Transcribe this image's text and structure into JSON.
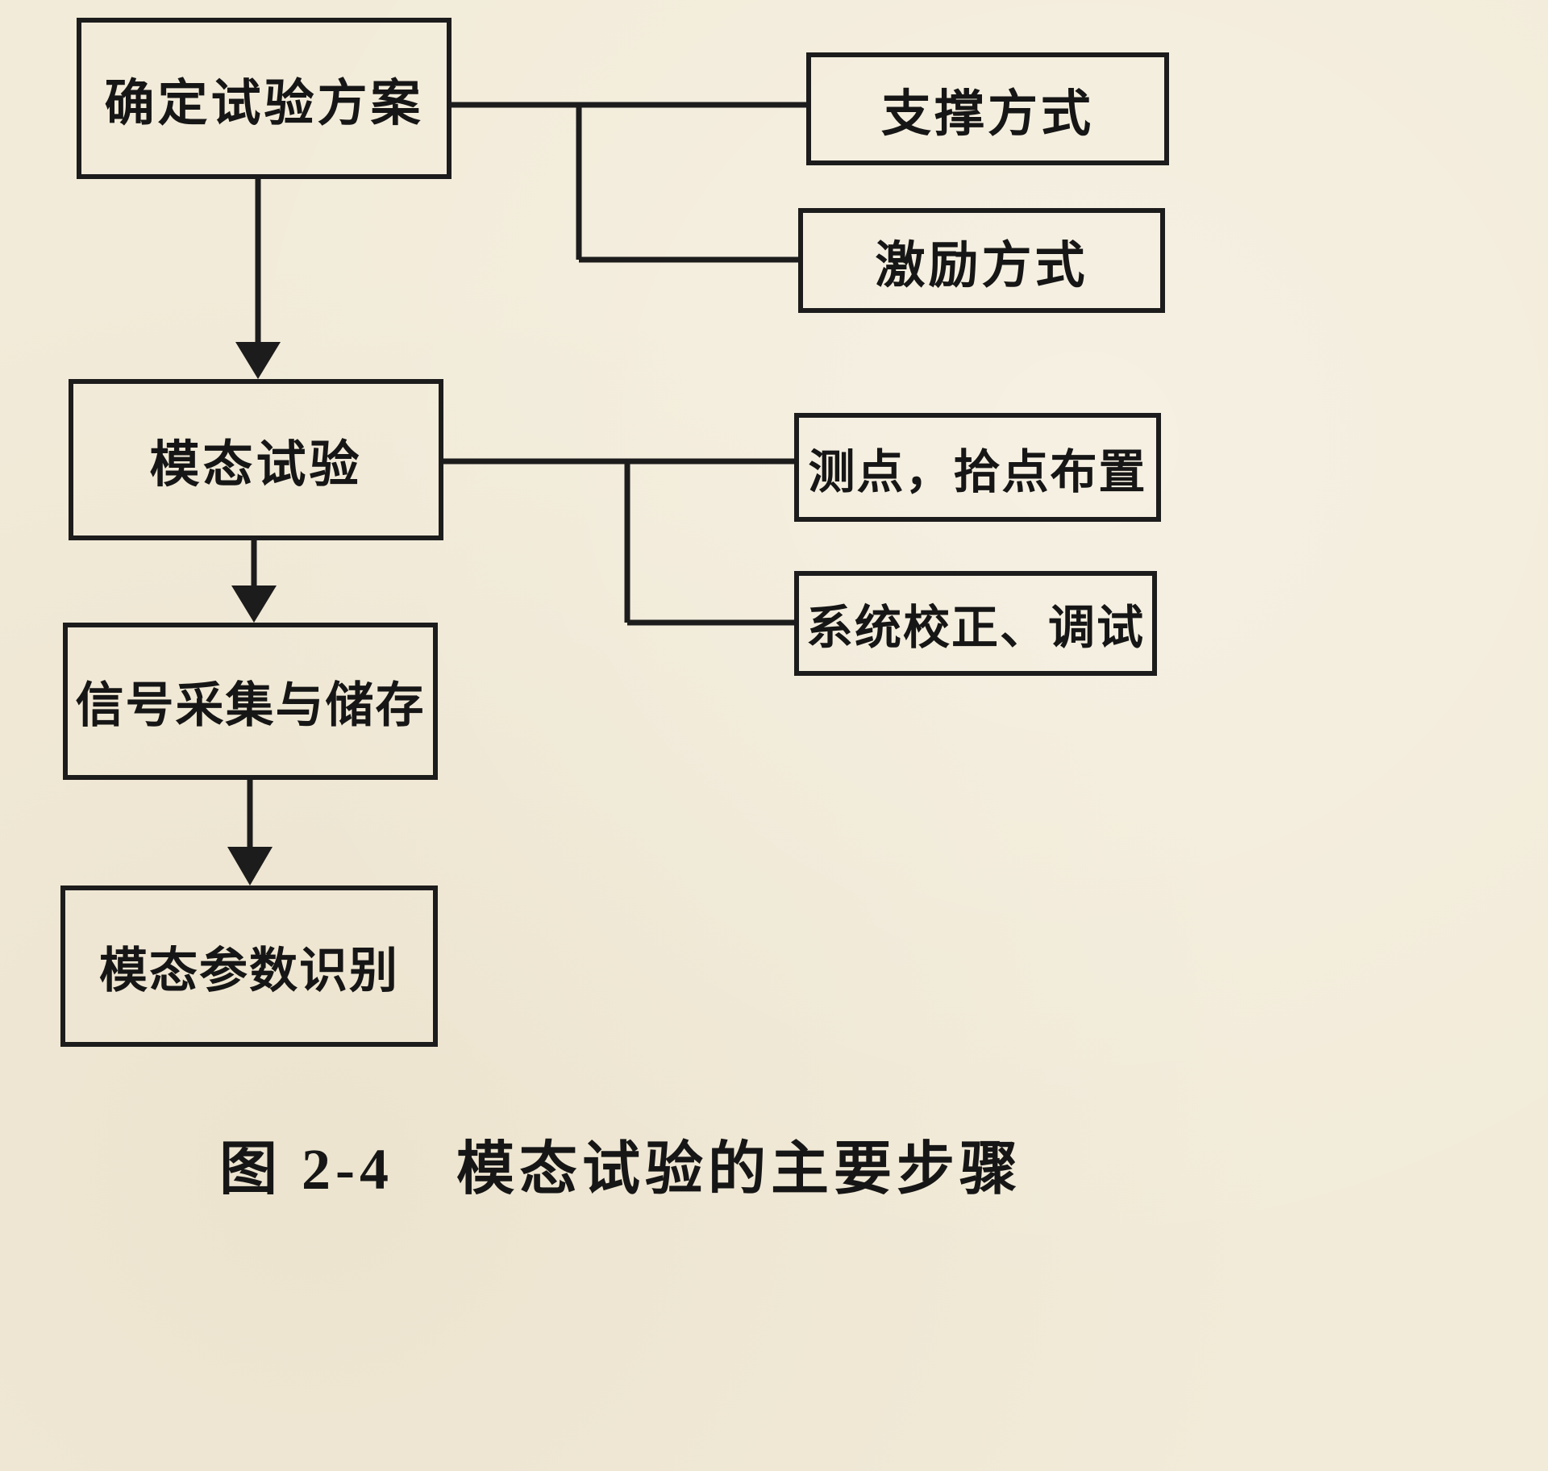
{
  "diagram": {
    "caption": "图 2-4　模态试验的主要步骤",
    "nodes": {
      "determine_plan": "确定试验方案",
      "support_method": "支撑方式",
      "excitation_method": "激励方式",
      "modal_test": "模态试验",
      "point_layout": "测点，拾点布置",
      "system_calibration": "系统校正、调试",
      "signal_acquisition": "信号采集与储存",
      "parameter_identification": "模态参数识别"
    },
    "colors": {
      "background": "#f2ebd9",
      "ink": "#1c1c1c"
    }
  }
}
